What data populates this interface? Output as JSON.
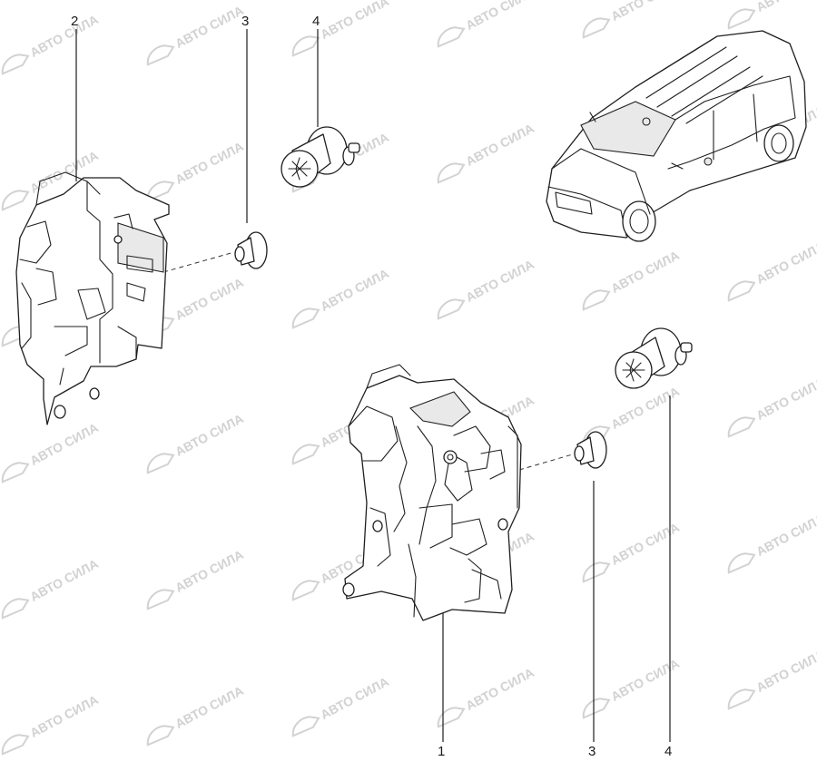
{
  "watermark": {
    "text": "АВТО СИЛА"
  },
  "callouts": {
    "lock_front": "1",
    "lock_rear": "2",
    "striker_screw_rear": "3",
    "striker_screw_front": "3",
    "striker_bolt_rear": "4",
    "striker_bolt_front": "4"
  }
}
